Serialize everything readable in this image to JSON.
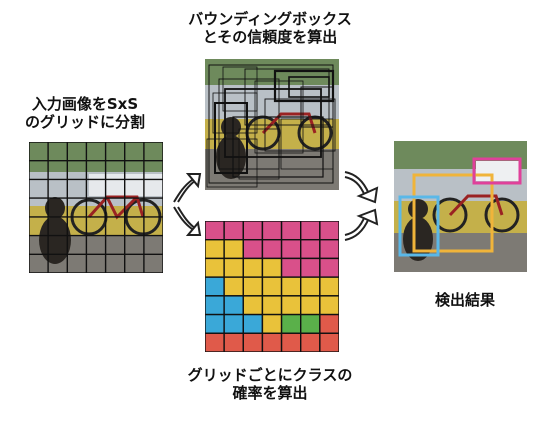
{
  "input": {
    "line1": "入力画像をSxS",
    "line2": "のグリッドに分割"
  },
  "boxes": {
    "line1": "バウンディングボックス",
    "line2": "とその信頼度を算出"
  },
  "classprob": {
    "line1": "グリッドごとにクラスの",
    "line2": "確率を算出"
  },
  "result": {
    "label": "検出結果"
  },
  "colors": {
    "pink": "#d9508a",
    "yellow": "#e9c23a",
    "blue": "#3aa8d8",
    "green": "#5ab04a",
    "red": "#e05a4a",
    "box_orange": "#f0b43a",
    "box_blue": "#5ab8e8",
    "box_magenta": "#e0409a"
  },
  "class_grid": [
    [
      "pink",
      "pink",
      "pink",
      "pink",
      "pink",
      "pink",
      "pink"
    ],
    [
      "yellow",
      "yellow",
      "pink",
      "pink",
      "pink",
      "pink",
      "pink"
    ],
    [
      "yellow",
      "yellow",
      "yellow",
      "yellow",
      "pink",
      "pink",
      "pink"
    ],
    [
      "blue",
      "yellow",
      "yellow",
      "yellow",
      "yellow",
      "yellow",
      "yellow"
    ],
    [
      "blue",
      "blue",
      "yellow",
      "yellow",
      "yellow",
      "yellow",
      "yellow"
    ],
    [
      "blue",
      "blue",
      "blue",
      "yellow",
      "green",
      "green",
      "red"
    ],
    [
      "red",
      "red",
      "red",
      "red",
      "red",
      "red",
      "red"
    ]
  ]
}
